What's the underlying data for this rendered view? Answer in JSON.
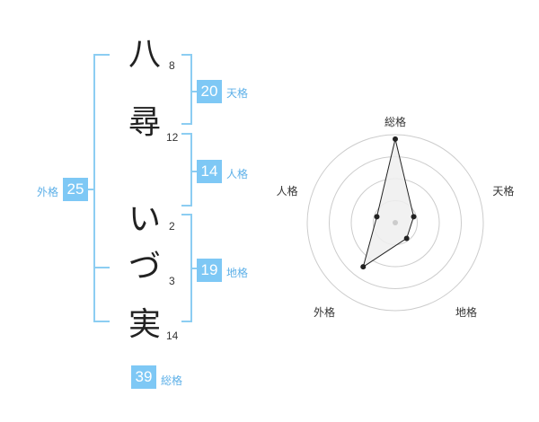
{
  "name": {
    "characters": [
      {
        "char": "八",
        "strokes": "8"
      },
      {
        "char": "尋",
        "strokes": "12"
      },
      {
        "char": "い",
        "strokes": "2"
      },
      {
        "char": "づ",
        "strokes": "3"
      },
      {
        "char": "実",
        "strokes": "14"
      }
    ]
  },
  "kakusu": {
    "tenkaku": {
      "value": "20",
      "label": "天格"
    },
    "jinkaku": {
      "value": "14",
      "label": "人格"
    },
    "chikaku": {
      "value": "19",
      "label": "地格"
    },
    "gaikaku": {
      "value": "25",
      "label": "外格"
    },
    "soukaku": {
      "value": "39",
      "label": "総格"
    }
  },
  "chart_data": {
    "type": "radar",
    "axes": [
      "総格",
      "天格",
      "地格",
      "外格",
      "人格"
    ],
    "values": [
      0.95,
      0.22,
      0.22,
      0.62,
      0.22
    ],
    "rings": 4,
    "colors": {
      "ring": "#cccccc",
      "fill": "#eeeeee",
      "line": "#222222",
      "center": "#cccccc"
    }
  },
  "colors": {
    "accent": "#7ec8f5",
    "label": "#5db0e8"
  }
}
